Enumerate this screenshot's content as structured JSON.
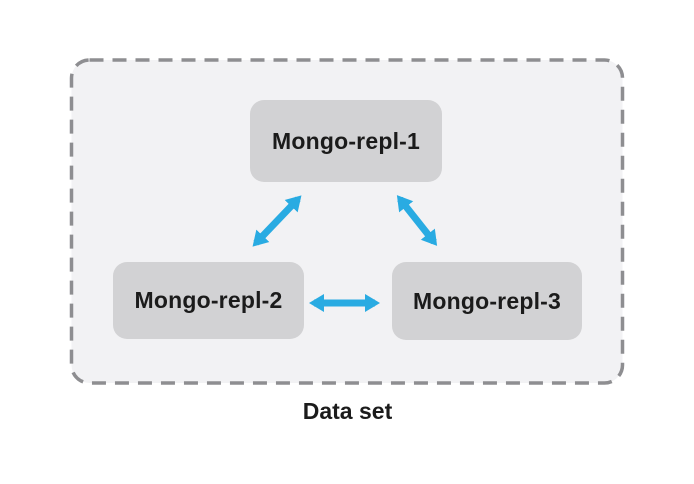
{
  "diagram": {
    "title": "Data set",
    "nodes": [
      {
        "label": "Mongo-repl-1"
      },
      {
        "label": "Mongo-repl-2"
      },
      {
        "label": "Mongo-repl-3"
      }
    ],
    "connections": [
      {
        "from": "Mongo-repl-1",
        "to": "Mongo-repl-2",
        "style": "bidirectional-arrow"
      },
      {
        "from": "Mongo-repl-1",
        "to": "Mongo-repl-3",
        "style": "bidirectional-arrow"
      },
      {
        "from": "Mongo-repl-2",
        "to": "Mongo-repl-3",
        "style": "bidirectional-arrow"
      }
    ],
    "colors": {
      "arrow": "#29abe2",
      "node-fill": "#d2d2d4",
      "container-fill": "#f2f2f4",
      "container-border": "#8e8e91",
      "text": "#1b1b1b",
      "background": "#ffffff"
    }
  }
}
